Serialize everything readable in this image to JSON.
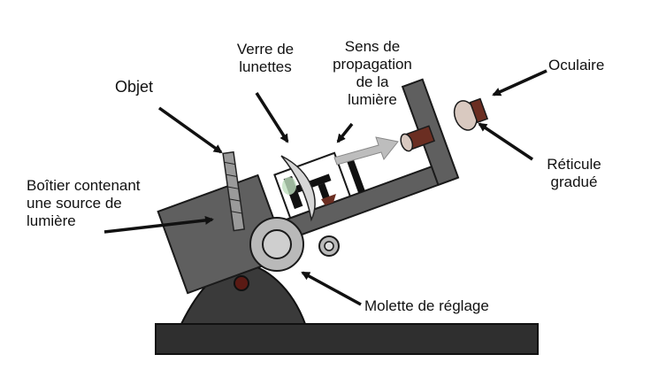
{
  "labels": {
    "objet": "Objet",
    "verre_line1": "Verre de",
    "verre_line2": "lunettes",
    "sens_line1": "Sens de",
    "sens_line2": "propagation",
    "sens_line3": "de la",
    "sens_line4": "lumière",
    "oculaire": "Oculaire",
    "reticule_line1": "Réticule",
    "reticule_line2": "gradué",
    "boitier_line1": "Boîtier contenant",
    "boitier_line2": "une source de",
    "boitier_line3": "lumière",
    "molette": "Molette de réglage"
  },
  "colors": {
    "body": "#5f5f5f",
    "outline": "#1a1a1a",
    "base": "#2f2f2f",
    "wheel": "#b9b9b9",
    "eyepiece": "#6b2e22",
    "arrow_light": "#bdbdbd"
  }
}
